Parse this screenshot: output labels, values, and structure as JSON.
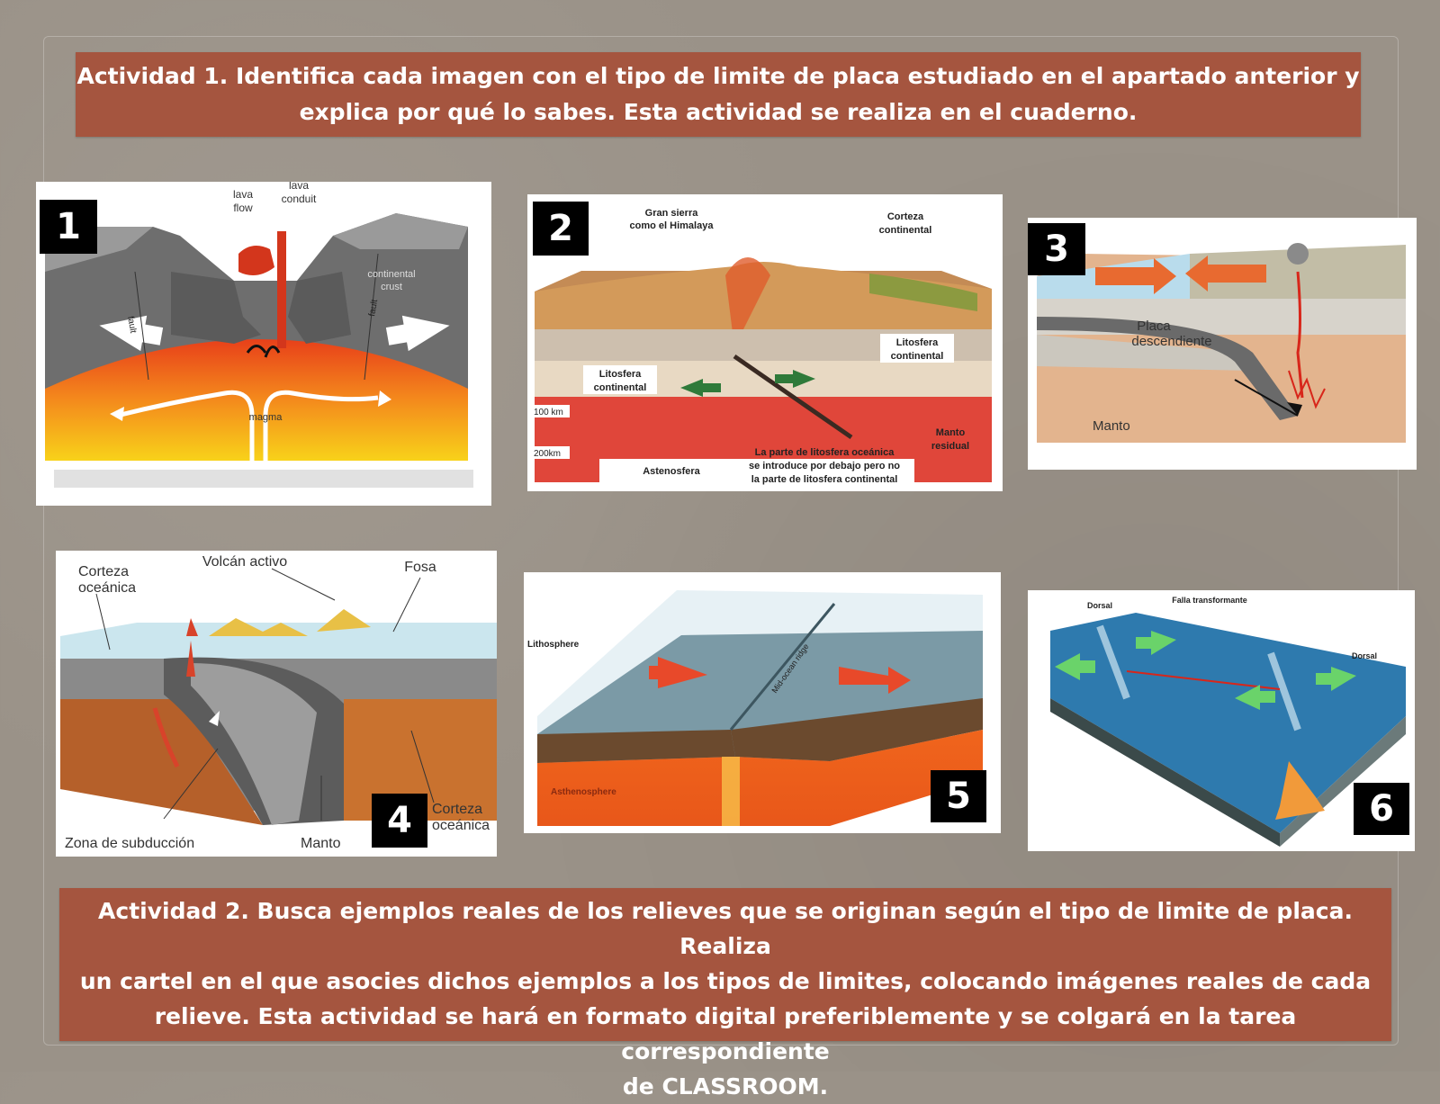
{
  "activity1": {
    "line1": "Actividad 1. Identifica cada imagen con el tipo de limite de placa estudiado en el apartado anterior y",
    "line2": "explica por qué lo sabes. Esta actividad se realiza en el cuaderno."
  },
  "activity2": {
    "line1": "Actividad 2. Busca ejemplos reales de los relieves que se originan según el tipo de limite de placa. Realiza",
    "line2": "un cartel en el que asocies dichos ejemplos a los tipos de limites, colocando imágenes reales de cada",
    "line3": "relieve. Esta actividad se hará en formato digital preferiblemente y se colgará en la tarea correspondiente",
    "line4": "de CLASSROOM."
  },
  "images": {
    "img1": {
      "number": "1",
      "labels": {
        "lava_flow": "lava\nflow",
        "lava_flow_1": "lava",
        "lava_flow_2": "flow",
        "lava_conduit_1": "lava",
        "lava_conduit_2": "conduit",
        "fault": "fault",
        "continental_crust_1": "continental",
        "continental_crust_2": "crust",
        "magma": "magma"
      }
    },
    "img2": {
      "number": "2",
      "labels": {
        "gran_sierra_1": "Gran sierra",
        "gran_sierra_2": "como el Himalaya",
        "corteza_1": "Corteza",
        "corteza_2": "continental",
        "lito_left_1": "Litosfera",
        "lito_left_2": "continental",
        "lito_right_1": "Litosfera",
        "lito_right_2": "continental",
        "km100": "100 km",
        "km200": "200km",
        "astenosfera": "Astenosfera",
        "manto_1": "Manto",
        "manto_2": "residual",
        "note_1": "La parte de litosfera oceánica",
        "note_2": "se introduce por debajo pero no",
        "note_3": "la parte de litosfera continental"
      }
    },
    "img3": {
      "number": "3",
      "labels": {
        "placa_1": "Placa",
        "placa_2": "descendiente",
        "manto": "Manto"
      }
    },
    "img4": {
      "number": "4",
      "labels": {
        "volcan": "Volcán activo",
        "fosa": "Fosa",
        "corteza_1": "Corteza",
        "corteza_2": "oceánica",
        "corteza_b_1": "Corteza",
        "corteza_b_2": "oceánica",
        "zona": "Zona de subducción",
        "manto": "Manto"
      }
    },
    "img5": {
      "number": "5",
      "labels": {
        "lithosphere": "Lithosphere",
        "asthenosphere": "Asthenosphere",
        "ridge": "Mid-ocean ridge"
      }
    },
    "img6": {
      "number": "6",
      "labels": {
        "dorsal_left": "Dorsal",
        "falla": "Falla transformante",
        "dorsal_right": "Dorsal"
      }
    }
  }
}
